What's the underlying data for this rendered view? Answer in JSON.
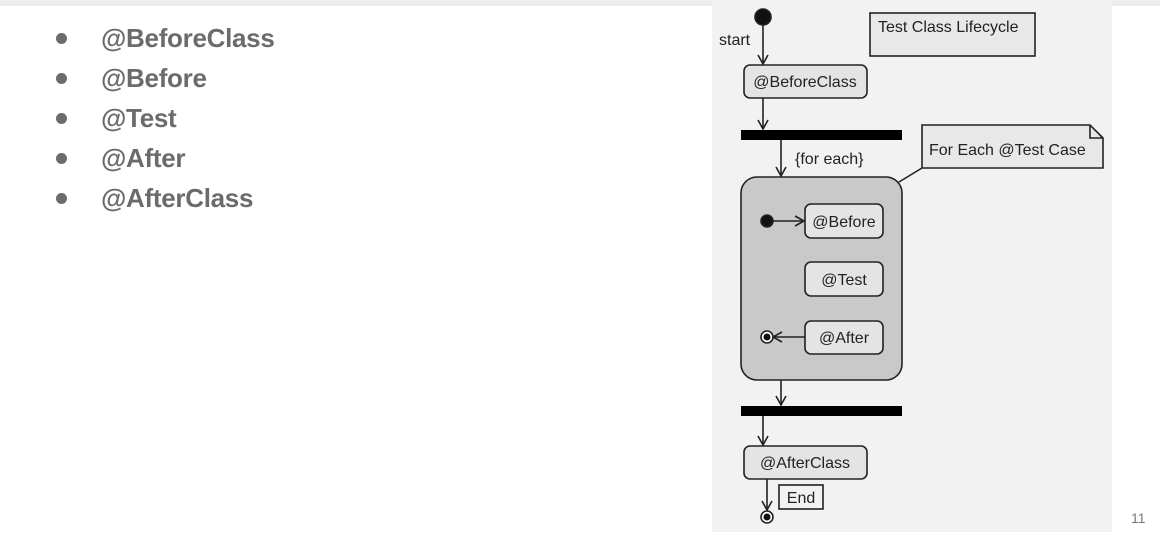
{
  "bullets": [
    "@BeforeClass",
    "@Before",
    "@Test",
    "@After",
    "@AfterClass"
  ],
  "diagram": {
    "title": "Test Class Lifecycle",
    "start_label": "start",
    "before_class": "@BeforeClass",
    "loop_label": "{for each}",
    "note": "For Each @Test Case",
    "before": "@Before",
    "test": "@Test",
    "after": "@After",
    "after_class": "@AfterClass",
    "end_label": "End"
  },
  "page_number": "11"
}
